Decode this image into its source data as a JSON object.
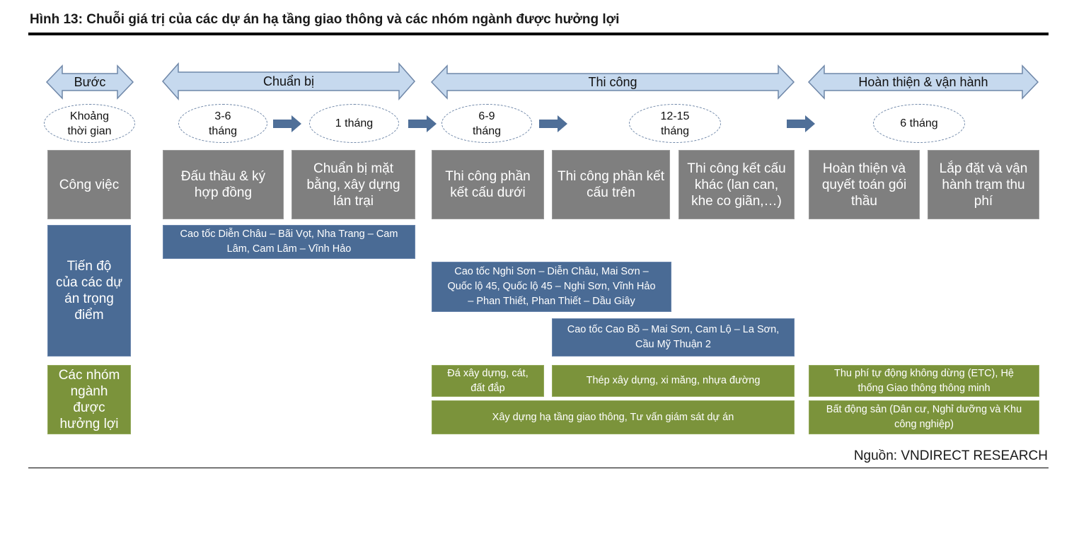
{
  "figure_title": "Hình 13: Chuỗi giá trị của các dự án hạ tầng giao thông và các nhóm ngành được hưởng lợi",
  "source": "Nguồn: VNDIRECT RESEARCH",
  "colors": {
    "arrow_fill": "#c6d9ee",
    "arrow_stroke": "#6f87a8",
    "gray": "#7f7f7f",
    "navy": "#4a6b95",
    "olive": "#7b933b",
    "step_arrow": "#4f6f98"
  },
  "phases": {
    "step": "Bước",
    "prepare": "Chuẩn bị",
    "construct": "Thi công",
    "finish": "Hoàn thiện & vận hành"
  },
  "durations": {
    "label": "Khoảng\nthời gian",
    "d1": "3-6\ntháng",
    "d2": "1 tháng",
    "d3": "6-9\ntháng",
    "d4": "12-15\ntháng",
    "d5": "6 tháng"
  },
  "tasks": {
    "label": "Công việc",
    "t1": "Đấu thầu & ký\nhợp đồng",
    "t2": "Chuẩn bị mặt\nbằng, xây dựng\nlán trại",
    "t3": "Thi công phần\nkết cấu dưới",
    "t4": "Thi công phần kết\ncấu trên",
    "t5": "Thi công kết cấu\nkhác (lan can,\nkhe co giãn,…)",
    "t6": "Hoàn thiện và\nquyết toán gói\nthầu",
    "t7": "Lắp đặt và vận\nhành trạm thu\nphí"
  },
  "progress": {
    "label": "Tiến độ\ncủa các dự\nán trọng\nđiểm",
    "p1": "Cao tốc Diễn Châu – Bãi Vọt, Nha Trang – Cam\nLâm, Cam Lâm – Vĩnh Hảo",
    "p2": "Cao tốc Nghi Sơn – Diễn Châu, Mai Sơn –\nQuốc lộ 45, Quốc lộ 45 – Nghi Sơn, Vĩnh Hảo\n– Phan Thiết, Phan Thiết – Dầu Giây",
    "p3": "Cao tốc Cao Bồ – Mai Sơn, Cam Lộ – La Sơn,\nCầu Mỹ Thuận 2"
  },
  "beneficiaries": {
    "label": "Các nhóm\nngành\nđược\nhưởng lợi",
    "b1": "Đá xây dựng, cát,\nđất đắp",
    "b2": "Thép xây dựng, xi măng, nhựa đường",
    "b3": "Thu phí tự động không dừng (ETC), Hệ\nthống Giao thông thông minh",
    "b4": "Xây dựng hạ tầng giao thông, Tư vấn giám sát dự án",
    "b5": "Bất động sản (Dân cư, Nghỉ dưỡng và Khu\ncông nghiệp)"
  }
}
